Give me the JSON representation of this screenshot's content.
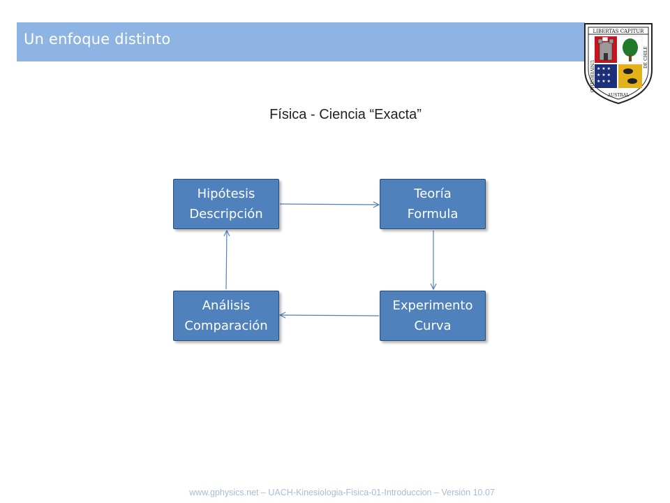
{
  "header": {
    "title": "Un enfoque distinto",
    "crest_motto": "LIBERTAS CAPITUR",
    "crest_name_left": "UNIVERSIDAD",
    "crest_name_bottom": "AUSTRAL",
    "crest_name_right": "DE CHILE"
  },
  "main": {
    "subtitle": "Física - Ciencia “Exacta”"
  },
  "diagram": {
    "nodes": {
      "hipotesis": {
        "line1": "Hipótesis",
        "line2": "Descripción"
      },
      "teoria": {
        "line1": "Teoría",
        "line2": "Formula"
      },
      "experimento": {
        "line1": "Experimento",
        "line2": "Curva"
      },
      "analisis": {
        "line1": "Análisis",
        "line2": "Comparación"
      }
    },
    "edges": [
      {
        "from": "hipotesis",
        "to": "teoria"
      },
      {
        "from": "teoria",
        "to": "experimento"
      },
      {
        "from": "experimento",
        "to": "analisis"
      },
      {
        "from": "analisis",
        "to": "hipotesis"
      }
    ]
  },
  "footer": {
    "text": "www.gphysics.net – UACH-Kinesiologia-Fisica-01-Introduccion – Versión 10.07"
  },
  "colors": {
    "title_bar": "#8eb4e3",
    "box_fill": "#4f81bd",
    "arrow": "#4f81bd",
    "footer_text": "#a6bcd9"
  }
}
